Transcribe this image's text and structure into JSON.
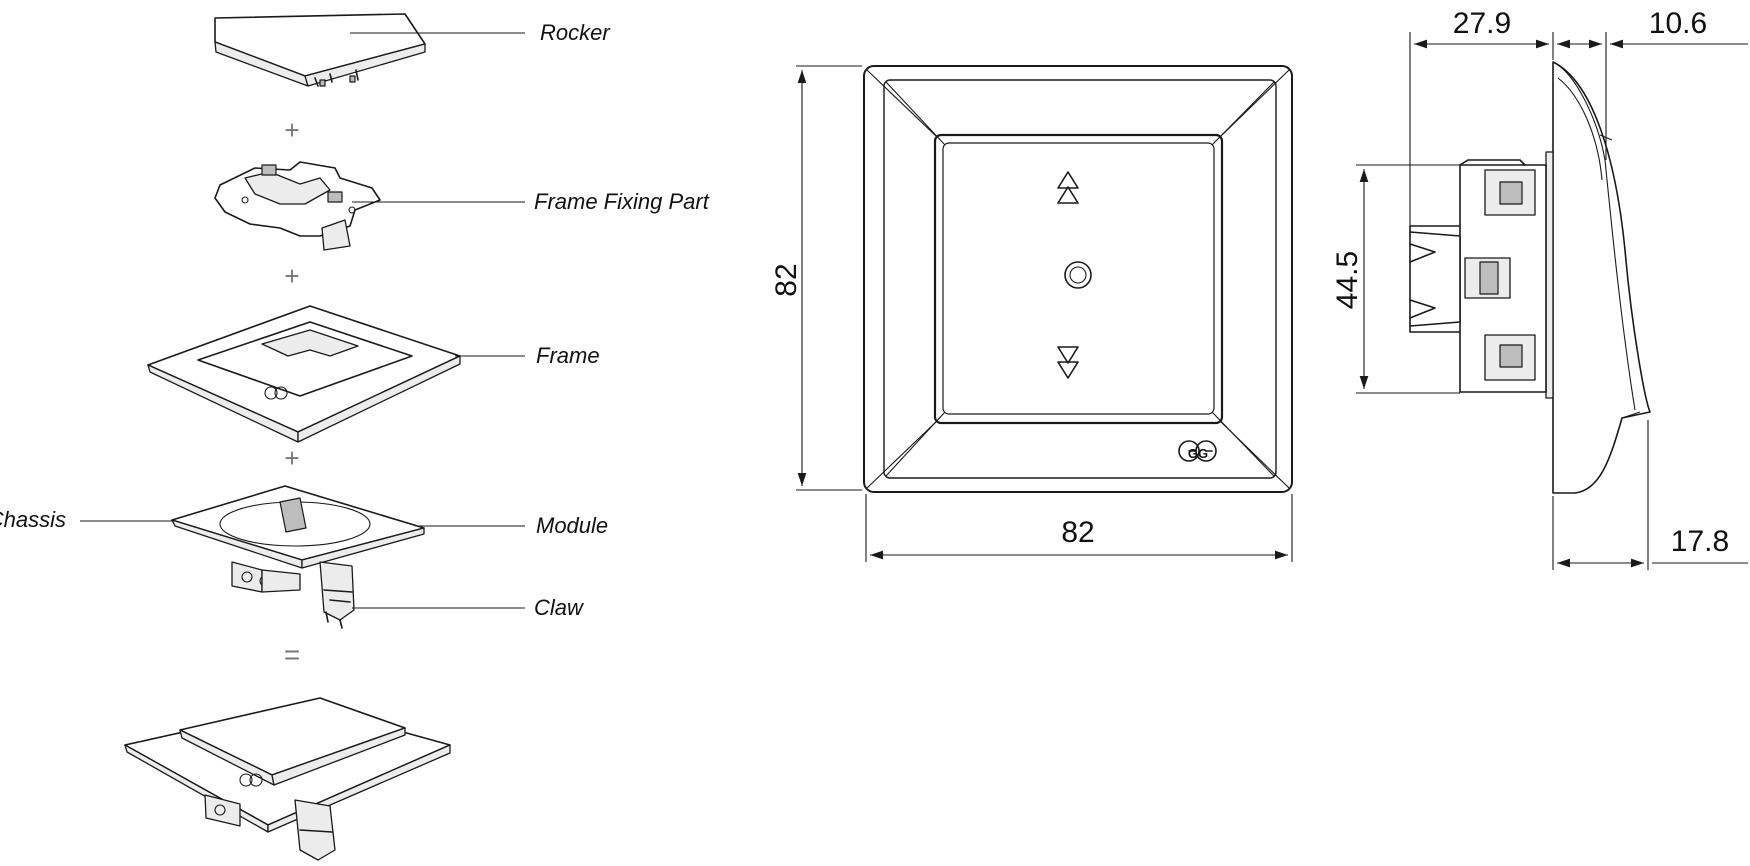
{
  "labels": {
    "rocker": "Rocker",
    "frame_fixing_part": "Frame Fixing Part",
    "frame": "Frame",
    "chassis": "Chassis",
    "module": "Module",
    "claw": "Claw"
  },
  "operators": {
    "plus": "+",
    "equals": "="
  },
  "dimensions": {
    "front_height": "82",
    "front_width": "82",
    "side_depth_back": "27.9",
    "side_depth_front": "10.6",
    "side_module_height": "44.5",
    "side_rocker_depth": "17.8"
  },
  "logo": "GG"
}
